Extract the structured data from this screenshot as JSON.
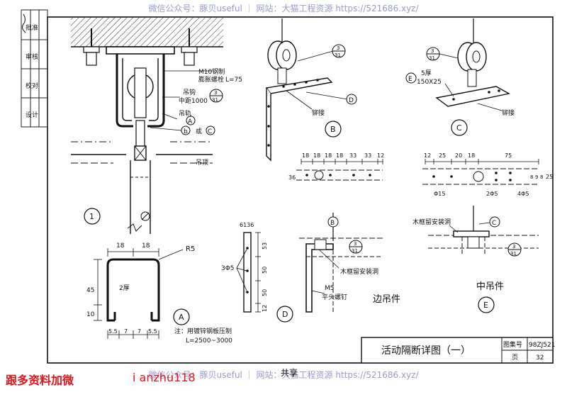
{
  "watermark": {
    "top": "微信公众号：豚贝useful ｜ 网站：大猫工程资源 https://521686.xyz/",
    "bottom": "微信公众号：豚贝useful ｜ 网站：大猫工程资源 https://521686.xyz/"
  },
  "promo": {
    "left": "跟多资料加微",
    "right": "i anzhu118"
  },
  "title_block": {
    "title": "活动隔断详图（一）",
    "atlas_label": "图集号",
    "atlas_no": "98ZJ521",
    "page_label": "页",
    "page_no": "32"
  },
  "side_labels": [
    "设计",
    "校对",
    "审核",
    "批准"
  ],
  "detail1": {
    "circle": "1",
    "bolt": "M10钢制",
    "bolt2": "膨胀螺栓",
    "bolt_len": "L=75",
    "hanger": "吊钩",
    "spacing": "中距1000",
    "rail": "吊轨",
    "ref_a": "A",
    "ref_b": "b",
    "or": "或",
    "ref_c": "C",
    "ceiling": "吊顶",
    "ref_3": "3",
    "ref_31": "31"
  },
  "detailA": {
    "circle": "A",
    "dim_w1": "18",
    "dim_w2": "18",
    "radius": "R5",
    "height": "45",
    "lip": "10",
    "thickness": "2厚",
    "b1": "5.5",
    "b2": "7",
    "b3": "7",
    "b4": "5.5",
    "note1": "注：用镀锌钢板压制",
    "note2": "L=2500~3000"
  },
  "detailB": {
    "circle": "B",
    "ref_d": "D",
    "ref_3": "3",
    "ref_31": "31",
    "rivet": "铆接",
    "dims": [
      "18",
      "18",
      "18",
      "18",
      "33",
      "33",
      "12"
    ],
    "dim_side": "36"
  },
  "detailC": {
    "circle": "C",
    "ref_e": "E",
    "plate1": "5厚",
    "plate2": "150X25",
    "ref_3": "3",
    "ref_31": "31",
    "rivet": "铆接",
    "dims": [
      "12",
      "25",
      "20",
      "18",
      "75"
    ],
    "d_side1": "8",
    "d_side2": "9",
    "d_side3": "8",
    "d_side4": "25",
    "hole1": "Φ15",
    "hole2": "2Φ5",
    "hole3": "4Φ5"
  },
  "detailD": {
    "circle": "D",
    "top_dims": "6136",
    "holes": "3Φ5",
    "v1": "53",
    "v2": "50",
    "v3": "50",
    "v4": "12",
    "ref_b": "B",
    "ref_3": "3",
    "ref_31": "31",
    "frame_hole": "木框留安装洞",
    "screw1": "M5",
    "screw2": "平头螺钉",
    "caption": "边吊件"
  },
  "detailE": {
    "circle": "E",
    "ref_c": "C",
    "ref_3": "3",
    "ref_31": "31",
    "frame_hole": "木框留安装洞",
    "caption": "中吊件"
  },
  "stamp": "共享"
}
